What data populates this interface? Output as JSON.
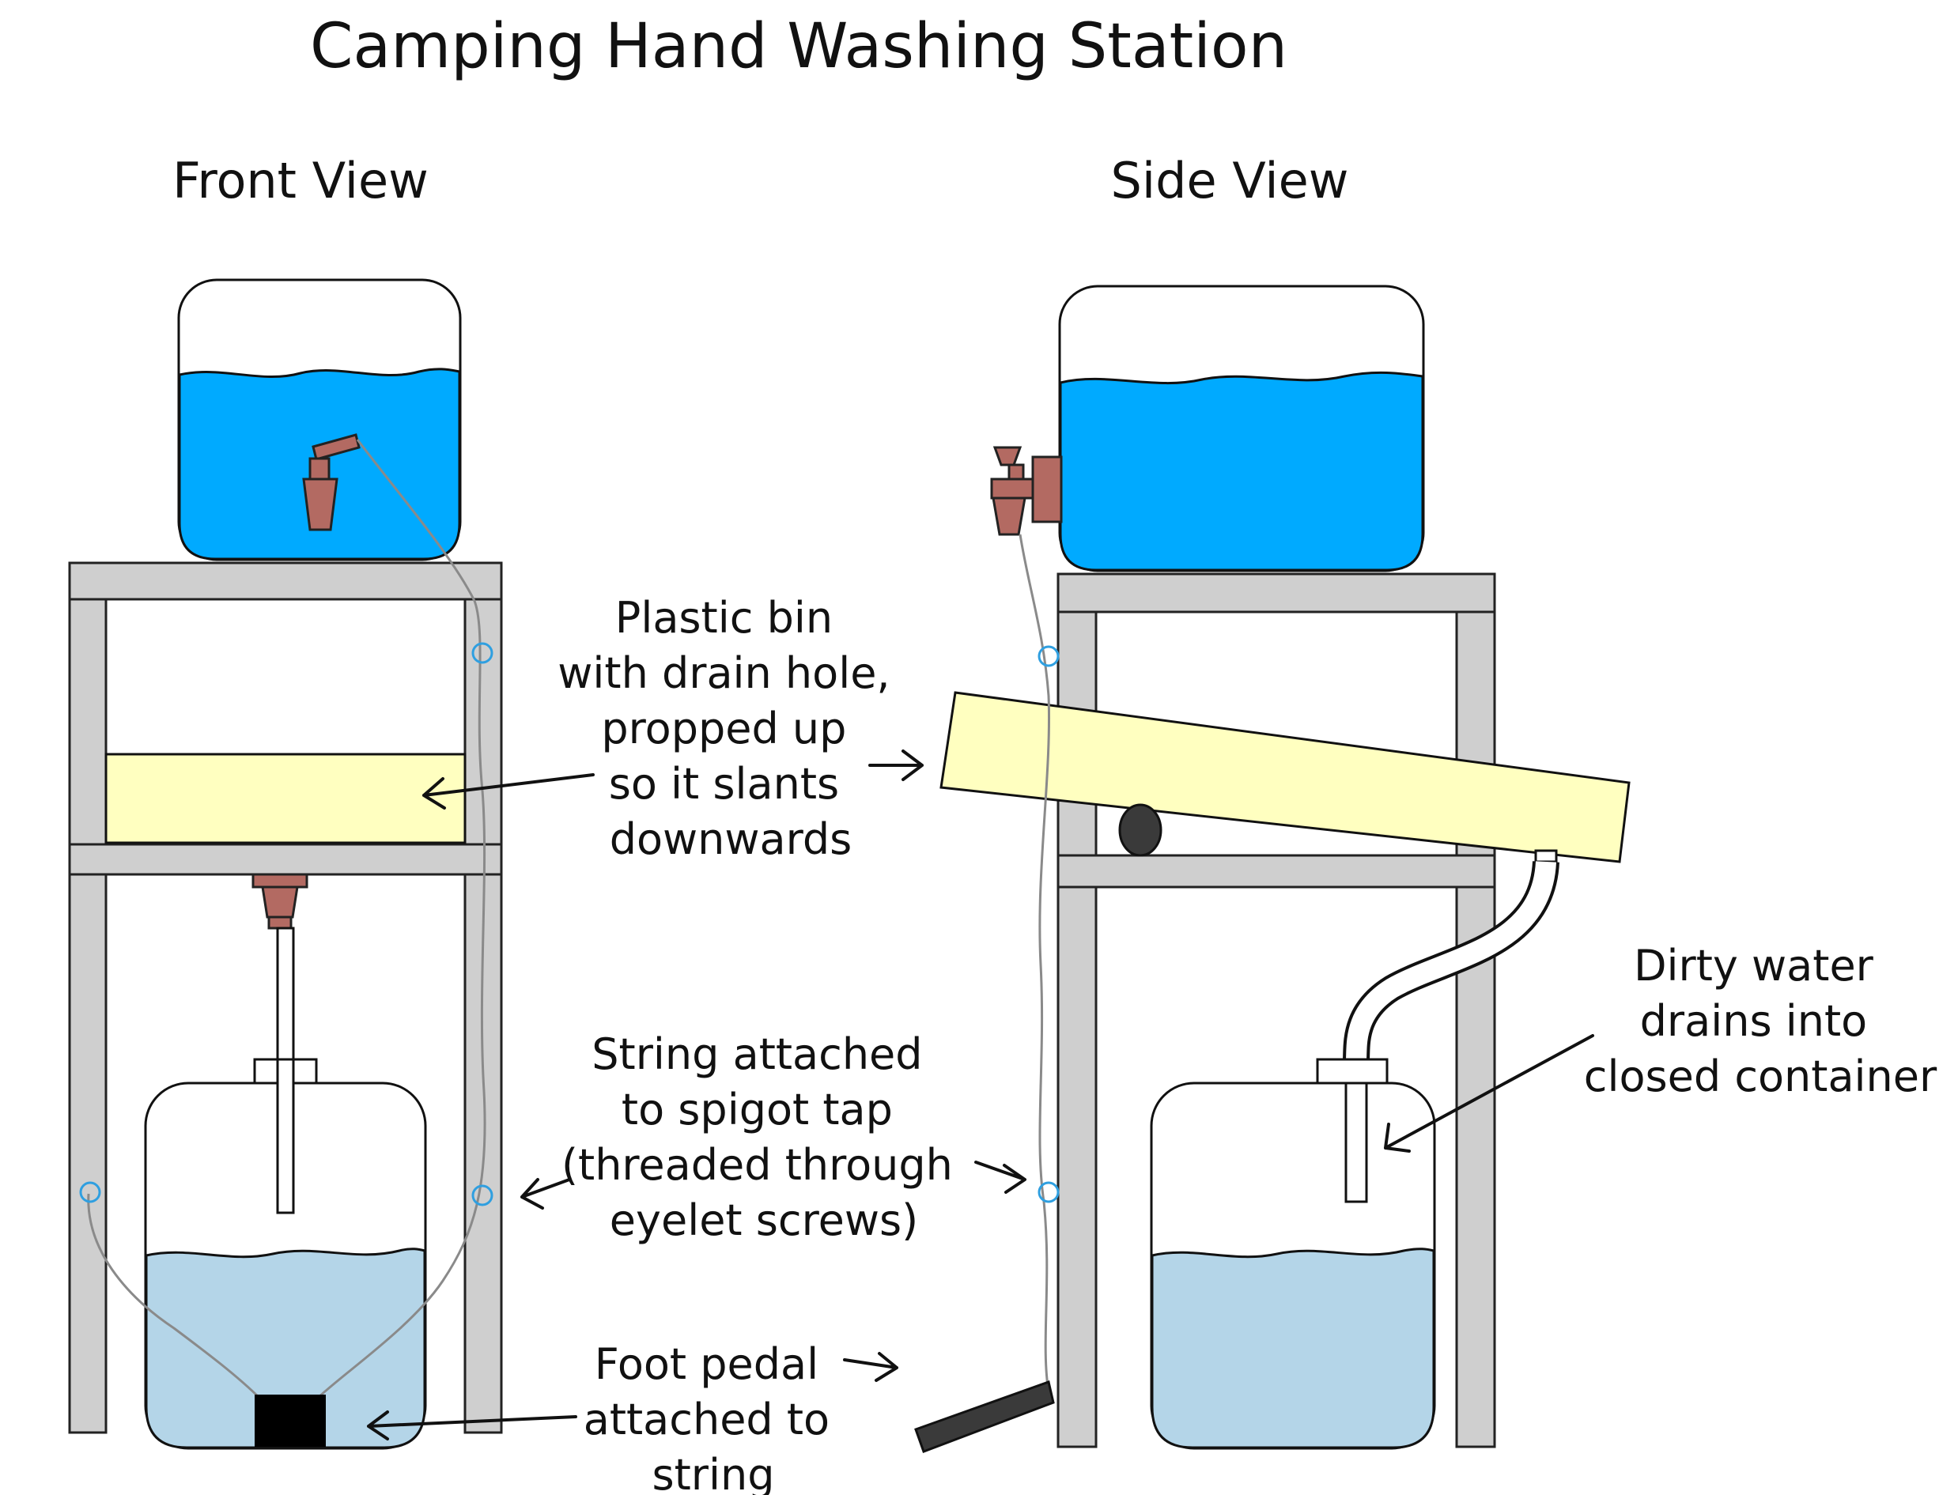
{
  "title": "Camping Hand Washing Station",
  "views": {
    "front": "Front View",
    "side": "Side View"
  },
  "labels": {
    "plastic_bin": [
      "Plastic bin",
      "with drain hole,",
      "propped up",
      "so it slants",
      "downwards"
    ],
    "string": [
      "String attached",
      "to spigot tap",
      "(threaded through",
      "eyelet screws)"
    ],
    "foot_pedal": [
      "Foot pedal",
      "attached to",
      "string"
    ],
    "dirty_water": [
      "Dirty water",
      "drains into",
      "closed container"
    ]
  },
  "colors": {
    "clean_water": "#00aaff",
    "dirty_water": "#b4d5e8",
    "bin": "#ffffc0",
    "frame": "#cfcfcf",
    "spigot": "#b36a62",
    "eyelet": "#2f9fe0",
    "pedal_front": "#000000",
    "pedal_side": "#3a3a3a"
  }
}
